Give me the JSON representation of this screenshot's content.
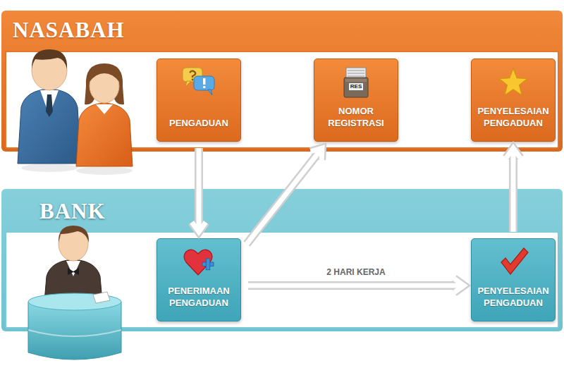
{
  "diagram": {
    "nodes": [
      {
        "text": [
          "NASABAH"
        ]
      },
      {
        "text": [
          "PENGADUAN"
        ],
        "in": 0
      },
      {
        "text": [
          "NOMOR REGISTRASI"
        ],
        "in": 0
      },
      {
        "text": [
          "PENYELESAIAN PENGADUAN"
        ],
        "in": 0
      },
      {
        "text": [
          "BANK"
        ]
      },
      {
        "text": [
          "PENERIMAAN PENGADUAN"
        ],
        "in": 4
      },
      {
        "text": [
          "PENYELESAIAN PENGADUAN"
        ],
        "in": 4
      }
    ],
    "edges": [
      {
        "from": 1,
        "to": 5,
        "arrow": "to"
      },
      {
        "from": 5,
        "to": 2,
        "arrow": "to"
      },
      {
        "from": 5,
        "to": 6,
        "label": "2 HARI KERJA",
        "arrow": "to"
      },
      {
        "from": 6,
        "to": 3,
        "arrow": "to"
      }
    ],
    "labels": [
      "RES"
    ]
  }
}
